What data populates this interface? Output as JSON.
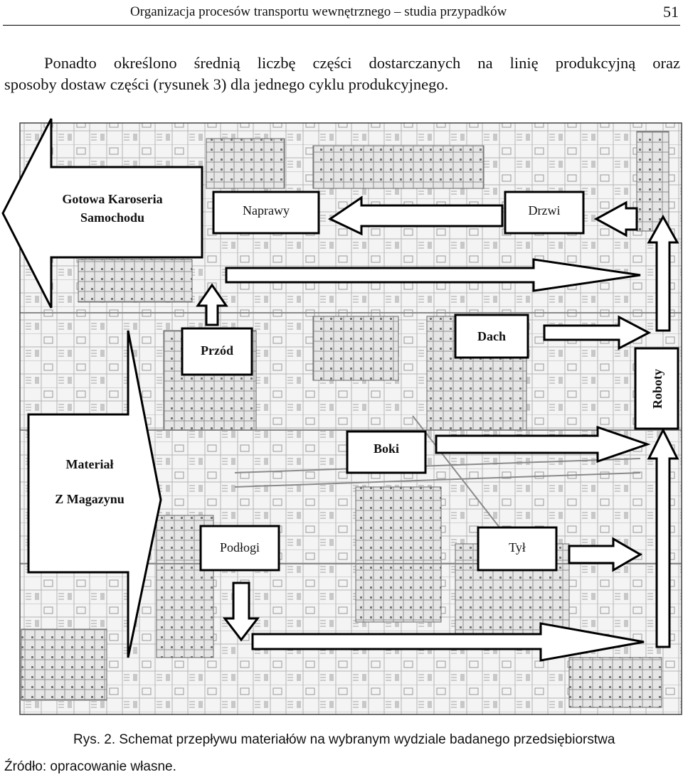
{
  "header": {
    "title": "Organizacja procesów transportu wewnętrznego – studia przypadków",
    "page_number": "51"
  },
  "paragraph": {
    "line1": "Ponadto określono średnią liczbę części dostarczanych na linię produkcyjną oraz",
    "line2": "sposoby dostaw części (rysunek 3) dla jednego cyklu produkcyjnego."
  },
  "figure": {
    "labels": {
      "gotowa_1": "Gotowa Karoseria",
      "gotowa_2": "Samochodu",
      "naprawy": "Naprawy",
      "drzwi": "Drzwi",
      "przod": "Przód",
      "dach": "Dach",
      "roboty": "Roboty",
      "material": "Materiał",
      "magazyn": "Z Magazynu",
      "boki": "Boki",
      "podlogi": "Podłogi",
      "tyl": "Tył"
    }
  },
  "caption": "Rys. 2. Schemat przepływu materiałów na wybranym wydziale badanego przedsiębiorstwa",
  "source": "Źródło: opracowanie własne."
}
